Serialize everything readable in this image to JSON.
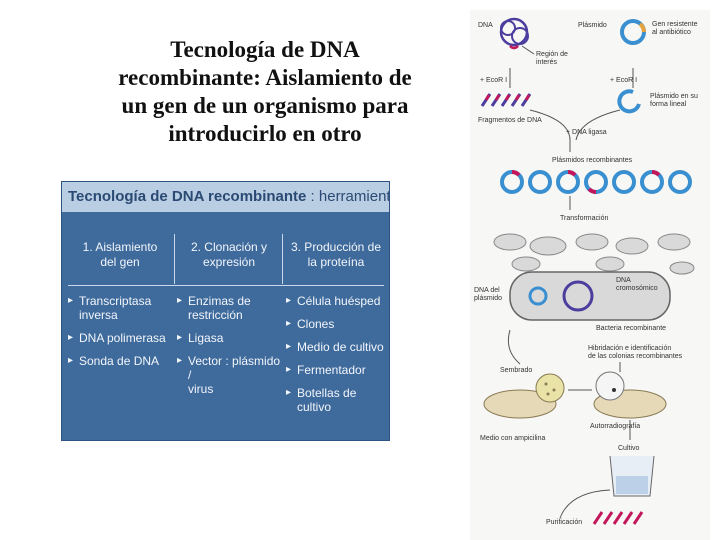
{
  "slide": {
    "title_lines": [
      "Tecnología de DNA",
      "recombinante: Aislamiento de",
      "un gen de un organismo para",
      "introducirlo en otro"
    ]
  },
  "tools_table": {
    "title": "Tecnología de DNA recombinante",
    "subtitle": ": herramientas",
    "columns": [
      {
        "header": [
          "1. Aislamiento",
          "del gen"
        ],
        "items": [
          [
            "Transcriptasa",
            "inversa"
          ],
          [
            "DNA polimerasa"
          ],
          [
            "Sonda de DNA"
          ]
        ]
      },
      {
        "header": [
          "2. Clonación y",
          "expresión"
        ],
        "items": [
          [
            "Enzimas de",
            "restricción"
          ],
          [
            "Ligasa"
          ],
          [
            "Vector : plásmido /",
            "virus"
          ]
        ]
      },
      {
        "header": [
          "3. Producción de",
          "la proteína"
        ],
        "items": [
          [
            "Célula huésped"
          ],
          [
            "Clones"
          ],
          [
            "Medio de cultivo"
          ],
          [
            "Fermentador"
          ],
          [
            "Botellas de",
            "cultivo"
          ]
        ]
      }
    ]
  },
  "diagram": {
    "labels": {
      "dna": "DNA",
      "plasmido": "Plásmido",
      "gen_resistente_1": "Gen resistente",
      "gen_resistente_2": "al antibiótico",
      "region_1": "Región de",
      "region_2": "interés",
      "ecori_left": "+ EcoR I",
      "ecori_right": "+ EcoR I",
      "plasmido_lineal_1": "Plásmido en su",
      "plasmido_lineal_2": "forma lineal",
      "fragmentos": "Fragmentos de DNA",
      "dna_ligasa": "+ DNA ligasa",
      "plasmidos_recombinantes": "Plásmidos recombinantes",
      "transformacion": "Transformación",
      "dna_plasmido_1": "DNA del",
      "dna_plasmido_2": "plásmido",
      "dna_cromosomico_1": "DNA",
      "dna_cromosomico_2": "cromosómico",
      "bacteria_recombinante": "Bacteria recombinante",
      "hibridacion_1": "Hibridación e identificación",
      "hibridacion_2": "de las colonias recombinantes",
      "sembrado": "Sembrado",
      "autorradiografia": "Autorradiografía",
      "medio_ampicilina": "Medio con ampicilina",
      "cultivo": "Cultivo",
      "purificacion": "Purificación"
    },
    "colors": {
      "plasmid": "#3a8fd0",
      "insert": "#c2185b",
      "dna": "#4b3e9e",
      "bacterium": "#d9d9d9",
      "bg": "#f7f7f5"
    }
  }
}
